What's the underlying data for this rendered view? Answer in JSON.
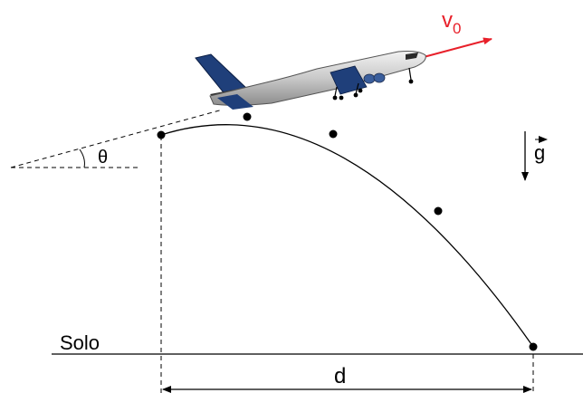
{
  "labels": {
    "velocity": "v",
    "velocity_subscript": "0",
    "angle": "θ",
    "gravity": "g",
    "ground": "Solo",
    "distance": "d"
  },
  "colors": {
    "velocity_arrow": "#e8202a",
    "fuselage": "#c8c8c8",
    "tail_fin": "#1f3f7a",
    "lines": "#000000"
  }
}
